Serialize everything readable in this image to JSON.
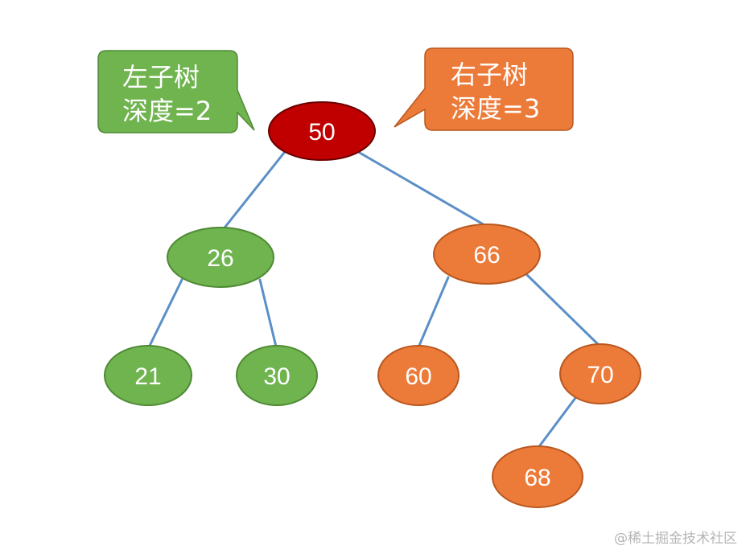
{
  "colors": {
    "root": "#c00000",
    "left_subtree": "#70b450",
    "right_subtree": "#ec7a38",
    "edge": "#5b8fc7",
    "watermark": "#b5b5b5"
  },
  "nodes": {
    "root": "50",
    "n26": "26",
    "n66": "66",
    "n21": "21",
    "n30": "30",
    "n60": "60",
    "n70": "70",
    "n68": "68"
  },
  "callouts": {
    "left": {
      "line1": "左子树",
      "line2": "深度=2"
    },
    "right": {
      "line1": "右子树",
      "line2": "深度=3"
    }
  },
  "watermark": "@稀土掘金技术社区"
}
